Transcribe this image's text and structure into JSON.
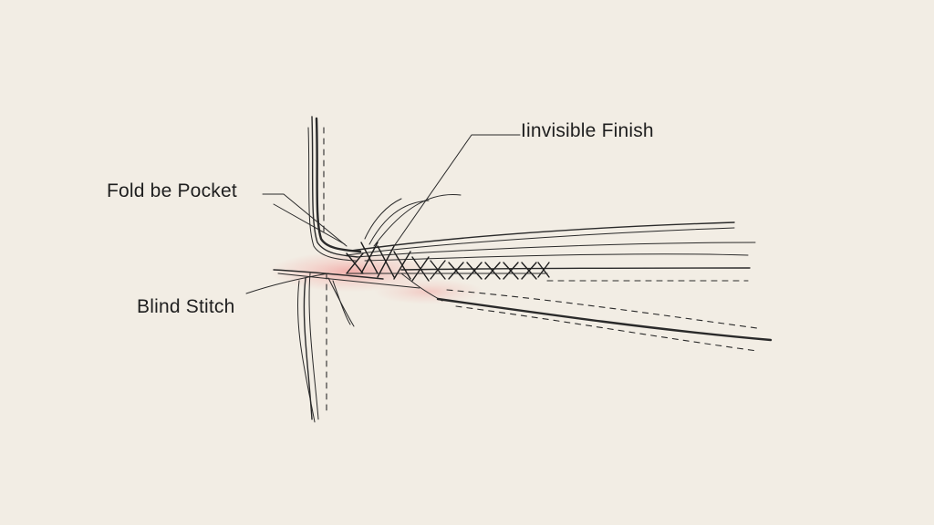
{
  "labels": {
    "invisible_finish": "Iinvisible Finish",
    "fold_pocket": "Fold be Pocket",
    "blind_stitch": "Blind Stitch"
  },
  "colors": {
    "background": "#f2ede4",
    "ink": "#2a2a2a",
    "highlight": "#f08080"
  }
}
